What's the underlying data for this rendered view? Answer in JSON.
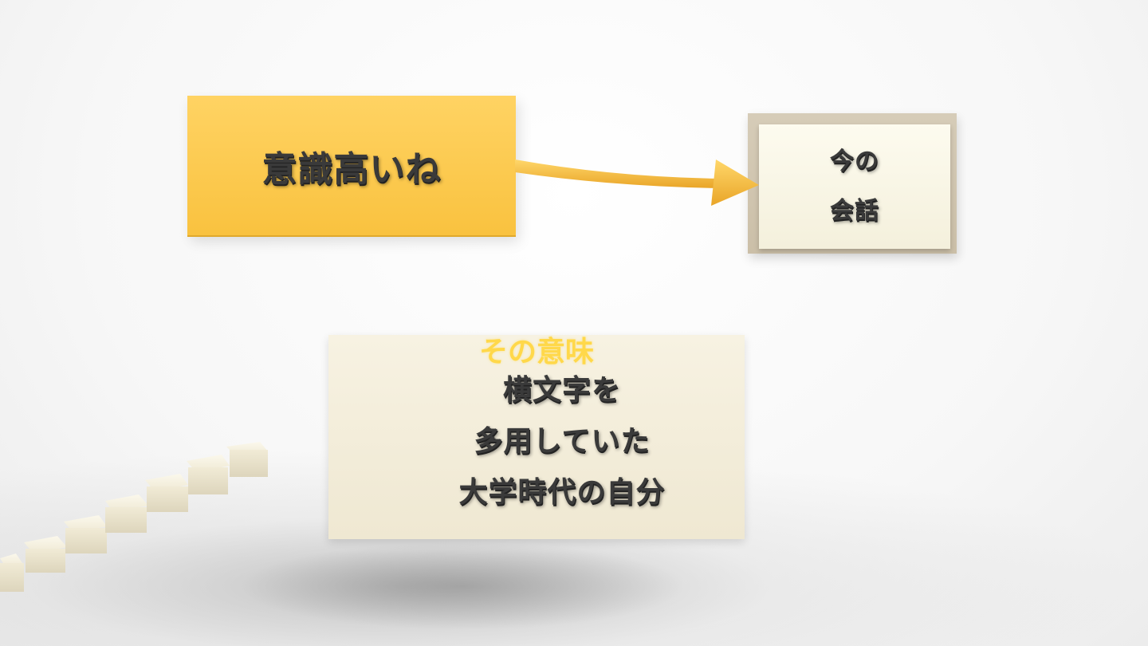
{
  "boxes": {
    "left": {
      "text": "意識高いね"
    },
    "right": {
      "lines": [
        "今の",
        "会話"
      ]
    },
    "bottom": {
      "title": "その意味",
      "lines": [
        "横文字を",
        "多用していた",
        "大学時代の自分"
      ]
    }
  },
  "colors": {
    "yellow": "#f9c23f",
    "cream": "#f4f0dc",
    "frame": "#cbbfa8",
    "arrow": "#f5b63a",
    "title_yellow": "#ffd84a",
    "text": "#3a3a3a"
  },
  "arrow": {
    "from": "left",
    "to": "right"
  }
}
